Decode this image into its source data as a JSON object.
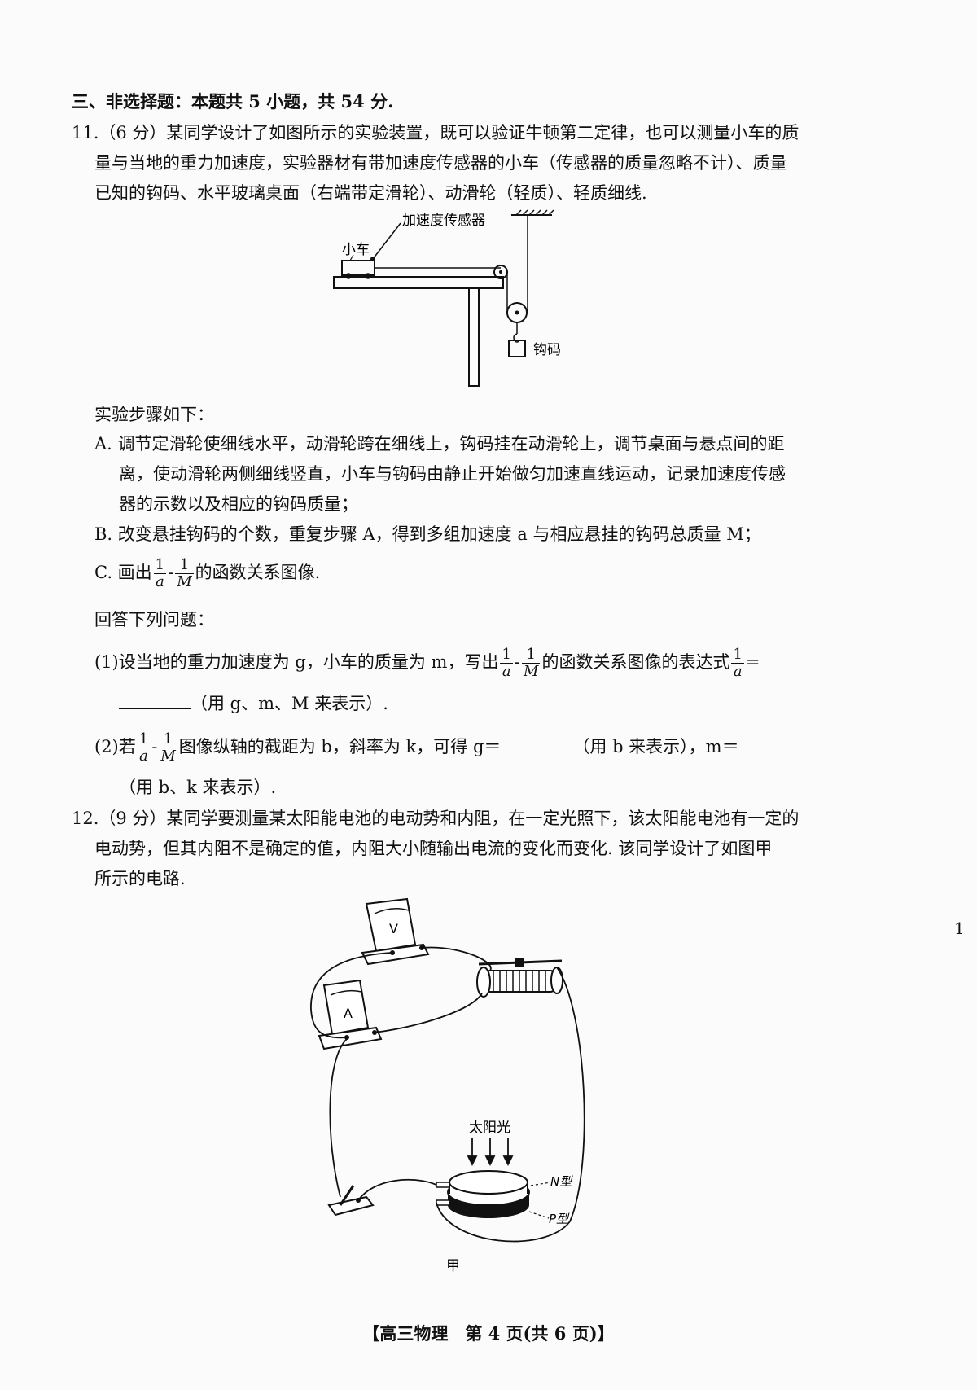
{
  "section_header": "三、非选择题：本题共 5 小题，共 54 分.",
  "q11": {
    "lines": [
      "11.（6 分）某同学设计了如图所示的实验装置，既可以验证牛顿第二定律，也可以测量小车的质",
      "量与当地的重力加速度，实验器材有带加速度传感器的小车（传感器的质量忽略不计）、质量",
      "已知的钩码、水平玻璃桌面（右端带定滑轮）、动滑轮（轻质）、轻质细线."
    ],
    "figure": {
      "sensor_label": "加速度传感器",
      "cart_label": "小车",
      "weight_label": "钩码"
    },
    "steps_title": "实验步骤如下：",
    "step_a": [
      "A. 调节定滑轮使细线水平，动滑轮跨在细线上，钩码挂在动滑轮上，调节桌面与悬点间的距",
      "离，使动滑轮两侧细线竖直，小车与钩码由静止开始做匀加速直线运动，记录加速度传感",
      "器的示数以及相应的钩码质量；"
    ],
    "step_b": "B. 改变悬挂钩码的个数，重复步骤 A，得到多组加速度 a 与相应悬挂的钩码总质量 M；",
    "step_c_prefix": "C. 画出",
    "step_c_suffix": "的函数关系图像.",
    "answer_title": "回答下列问题：",
    "p1_prefix": "(1)设当地的重力加速度为 g，小车的质量为 m，写出",
    "p1_mid": "的函数关系图像的表达式",
    "p1_eq": "=",
    "p1_line2": "（用 g、m、M 来表示）.",
    "p2_prefix": "(2)若",
    "p2_mid": "图像纵轴的截距为 b，斜率为 k，可得 g＝",
    "p2_mid2": "（用 b 来表示），m＝",
    "p2_line2": "（用 b、k 来表示）.",
    "frac_one": "1",
    "frac_a": "a",
    "frac_M": "M",
    "frac_sep": "-"
  },
  "q12": {
    "lines": [
      "12.（9 分）某同学要测量某太阳能电池的电动势和内阻，在一定光照下，该太阳能电池有一定的",
      "电动势，但其内阻不是确定的值，内阻大小随输出电流的变化而变化. 该同学设计了如图甲",
      "所示的电路."
    ],
    "figure": {
      "voltmeter": "V",
      "ammeter": "A",
      "sunlight": "太阳光",
      "n_type": "N型",
      "p_type": "P型",
      "caption": "甲"
    }
  },
  "side_number": "1",
  "footer": "【高三物理　第 4 页(共 6 页)】"
}
